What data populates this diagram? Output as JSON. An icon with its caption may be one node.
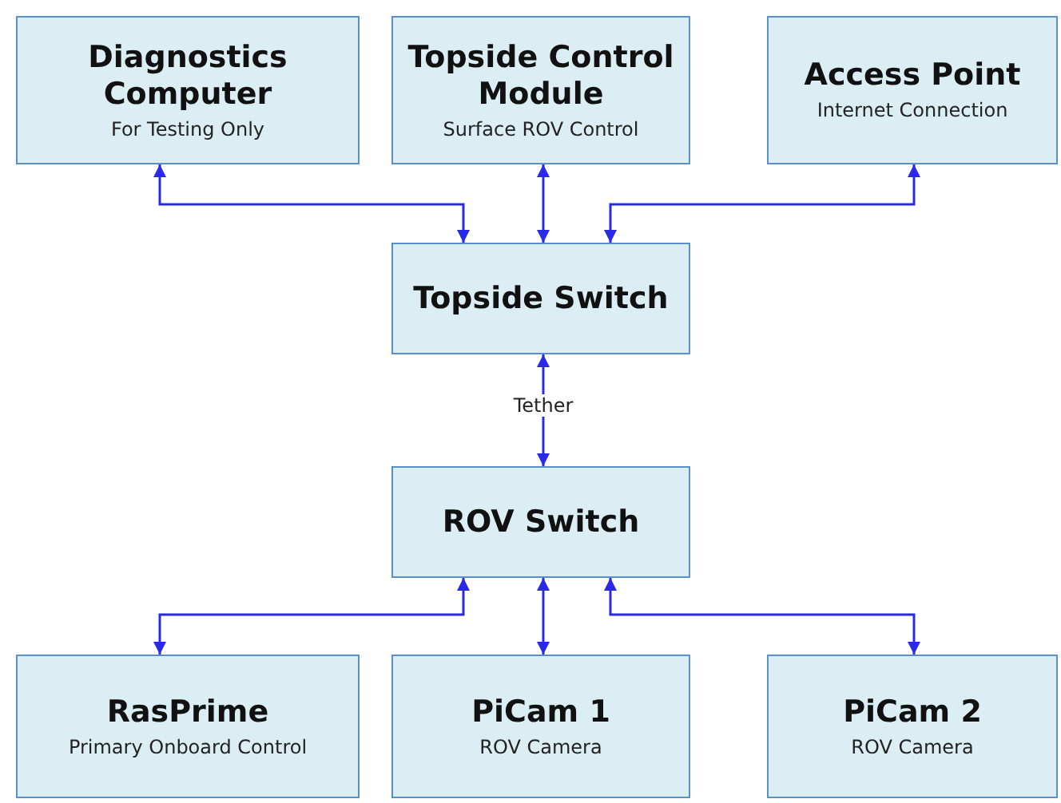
{
  "diagram": {
    "nodes": [
      {
        "text": [
          "Diagnostics Computer",
          "For Testing Only"
        ]
      },
      {
        "text": [
          "Topside Control Module",
          "Surface ROV Control"
        ]
      },
      {
        "text": [
          "Access Point",
          "Internet Connection"
        ]
      },
      {
        "text": [
          "Topside Switch"
        ]
      },
      {
        "text": [
          "ROV Switch"
        ]
      },
      {
        "text": [
          "RasPrime",
          "Primary Onboard Control"
        ]
      },
      {
        "text": [
          "PiCam 1",
          "ROV Camera"
        ]
      },
      {
        "text": [
          "PiCam 2",
          "ROV Camera"
        ]
      }
    ],
    "edges": [
      {
        "from": 0,
        "to": 3,
        "arrow": "both"
      },
      {
        "from": 1,
        "to": 3,
        "arrow": "both"
      },
      {
        "from": 2,
        "to": 3,
        "arrow": "both"
      },
      {
        "from": 3,
        "to": 4,
        "arrow": "both",
        "label": "Tether"
      },
      {
        "from": 4,
        "to": 5,
        "arrow": "both"
      },
      {
        "from": 4,
        "to": 6,
        "arrow": "both"
      },
      {
        "from": 4,
        "to": 7,
        "arrow": "both"
      }
    ]
  }
}
